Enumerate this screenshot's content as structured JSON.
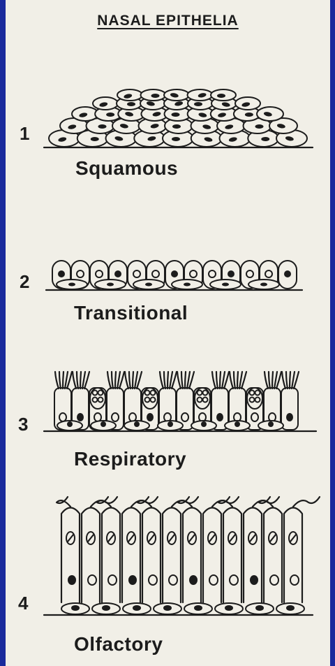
{
  "title": "NASAL EPITHELIA",
  "panels": [
    {
      "number": "1",
      "label": "Squamous"
    },
    {
      "number": "2",
      "label": "Transitional"
    },
    {
      "number": "3",
      "label": "Respiratory"
    },
    {
      "number": "4",
      "label": "Olfactory"
    }
  ],
  "colors": {
    "background": "#1a2a9c",
    "paper": "#f1efe7",
    "ink": "#1c1c1c"
  }
}
